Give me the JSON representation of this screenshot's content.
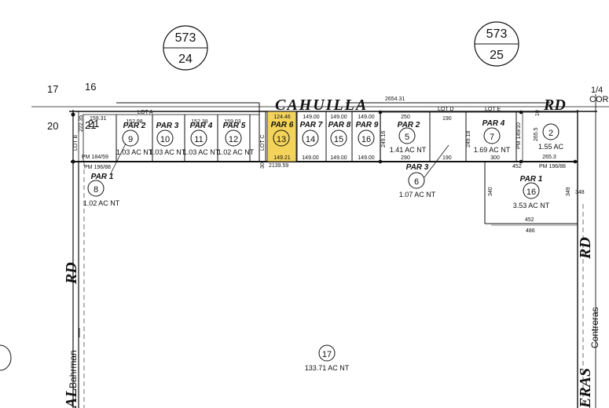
{
  "highlight_color": "#f3d35a",
  "book_pages": [
    {
      "book": "573",
      "page": "24"
    },
    {
      "book": "573",
      "page": "25"
    }
  ],
  "section_numbers": [
    "17",
    "16",
    "20",
    "21"
  ],
  "quarter_corner": {
    "top": "1/4",
    "bottom": "COR"
  },
  "roads": {
    "cahuilla": "CAHUILLA",
    "cahuilla_rd": "RD",
    "right_rd": "RD",
    "right_street": "Contreras",
    "right_partial": "ERAS",
    "left_rd": "RD",
    "left_street": "Bahrman",
    "left_partial": "AL"
  },
  "lots": {
    "lot_a": "LOT A",
    "lot_b": "LOT B",
    "lot_c": "LOT C",
    "lot_d": "LOT D",
    "lot_e": "LOT E",
    "lot_b_dim": "222.35"
  },
  "pm_labels": {
    "pm184": "PM 184/59",
    "pm196_left": "PM 196/88",
    "pm149": "PM 149/10",
    "pm196_right": "PM 196/88"
  },
  "parcels": [
    {
      "par": "",
      "num": "21",
      "area": ""
    },
    {
      "par": "PAR 2",
      "num": "9",
      "area": "1.03 AC NT",
      "top": "152.98"
    },
    {
      "par": "PAR 3",
      "num": "10",
      "area": "1.03 AC NT",
      "top": ""
    },
    {
      "par": "PAR 4",
      "num": "11",
      "area": "1.03 AC NT",
      "top": "152.38"
    },
    {
      "par": "PAR 5",
      "num": "12",
      "area": "1.02 AC NT",
      "top": "159.03"
    },
    {
      "par": "PAR 6",
      "num": "13",
      "area": "",
      "top": "124.46",
      "bottom": "149.21"
    },
    {
      "par": "PAR 7",
      "num": "14",
      "area": "",
      "top": "149.00",
      "bottom": "149.00"
    },
    {
      "par": "PAR 8",
      "num": "15",
      "area": "",
      "top": "149.00",
      "bottom": "149.00"
    },
    {
      "par": "PAR 9",
      "num": "16",
      "area": "",
      "top": "149.00",
      "bottom": "149.00"
    },
    {
      "par": "PAR 2",
      "num": "5",
      "area": "1.41 AC NT",
      "top": "250",
      "bottom": "290"
    },
    {
      "par": "PAR 4",
      "num": "7",
      "area": "1.69 AC NT",
      "bottom": "300"
    },
    {
      "par": "",
      "num": "2",
      "area": "1.55 AC",
      "bottom": "265.3"
    },
    {
      "par": "PAR 1",
      "num": "8",
      "area": "1.02 AC NT"
    },
    {
      "par": "PAR 3",
      "num": "6",
      "area": "1.07 AC NT"
    },
    {
      "par": "PAR 1",
      "num": "16",
      "area": "3.53 AC NT"
    },
    {
      "par": "",
      "num": "17",
      "area": "133.71 AC NT"
    }
  ],
  "dims": {
    "road_total": "2654.31",
    "bottom_total": "2139.59",
    "d159": "159.31",
    "d190a": "190",
    "d190b": "190",
    "d24916": "249.16",
    "d24918": "249.18",
    "d452a": "452",
    "d452b": "452",
    "d486": "486",
    "d340": "340",
    "d349": "349",
    "d348": "348",
    "d2655": "265.5",
    "d10": "10",
    "d30": "30"
  }
}
